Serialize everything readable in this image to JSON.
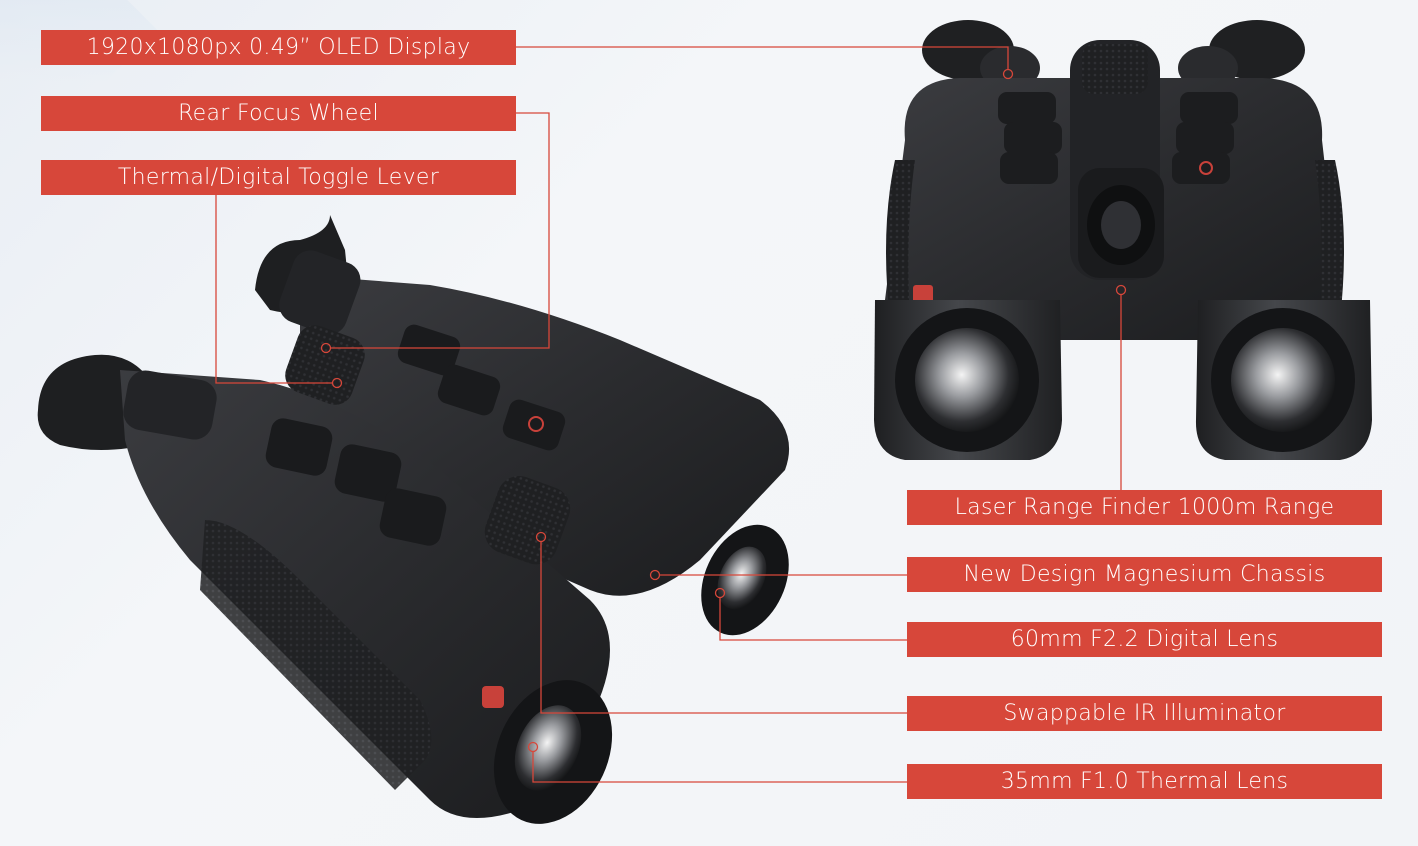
{
  "callouts": {
    "oled_display": "1920x1080px 0.49” OLED Display",
    "rear_focus_wheel": "Rear Focus Wheel",
    "toggle_lever": "Thermal/Digital Toggle Lever",
    "laser_range_finder": "Laser Range Finder 1000m Range",
    "magnesium_chassis": "New Design Magnesium Chassis",
    "digital_lens": "60mm F2.2 Digital Lens",
    "ir_illuminator": "Swappable IR Illuminator",
    "thermal_lens": "35mm F1.0 Thermal Lens"
  },
  "colors": {
    "accent": "#d7473a",
    "body": "#2a2b2e",
    "background": "#f2f4f7"
  }
}
